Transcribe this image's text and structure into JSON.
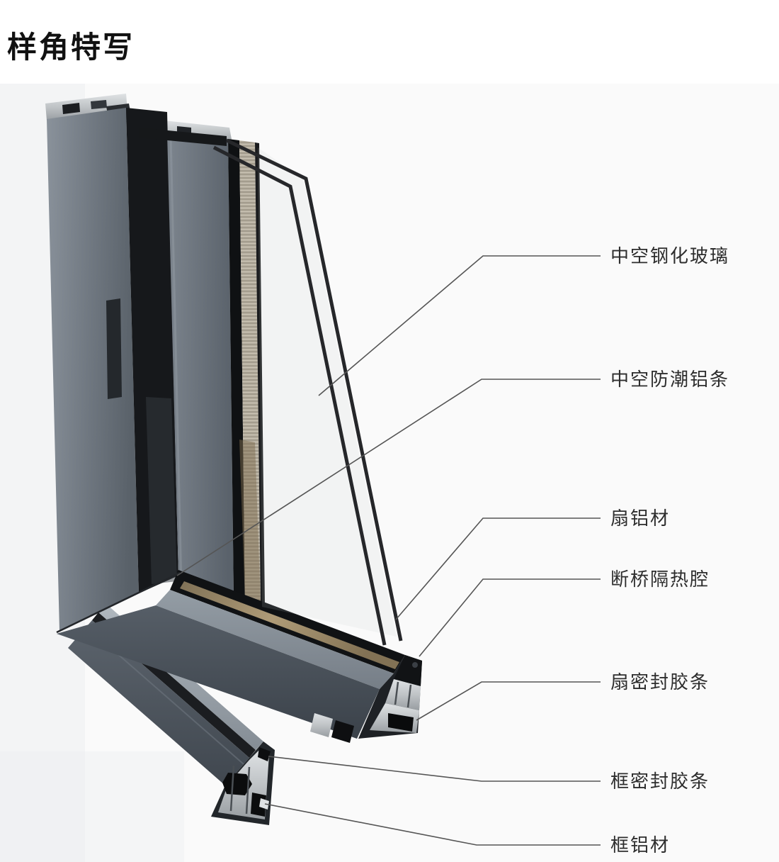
{
  "page": {
    "title": "样角特写"
  },
  "diagram": {
    "description": "断桥铝合金门窗样角特写：带中空玻璃的窗扇转角样品与窗框型材剖面",
    "labels": [
      {
        "id": "insulated-tempered-glass",
        "text": "中空钢化玻璃"
      },
      {
        "id": "desiccant-aluminum-spacer",
        "text": "中空防潮铝条"
      },
      {
        "id": "sash-aluminum-profile",
        "text": "扇铝材"
      },
      {
        "id": "thermal-break-cavity",
        "text": "断桥隔热腔"
      },
      {
        "id": "sash-sealing-strip",
        "text": "扇密封胶条"
      },
      {
        "id": "frame-sealing-strip",
        "text": "框密封胶条"
      },
      {
        "id": "frame-aluminum-profile",
        "text": "框铝材"
      }
    ],
    "colors": {
      "background": "#ffffff",
      "photo_background": "#fafafa",
      "profile_grey": "#6b737c",
      "profile_dark_channel": "#17191c",
      "cut_face_silver": "#c9ccce",
      "spacer_tan": "#a8946e",
      "glass_outline": "#26272a",
      "leader_line": "#555555",
      "label_text": "#2d2d2d",
      "title_text": "#111111"
    }
  }
}
